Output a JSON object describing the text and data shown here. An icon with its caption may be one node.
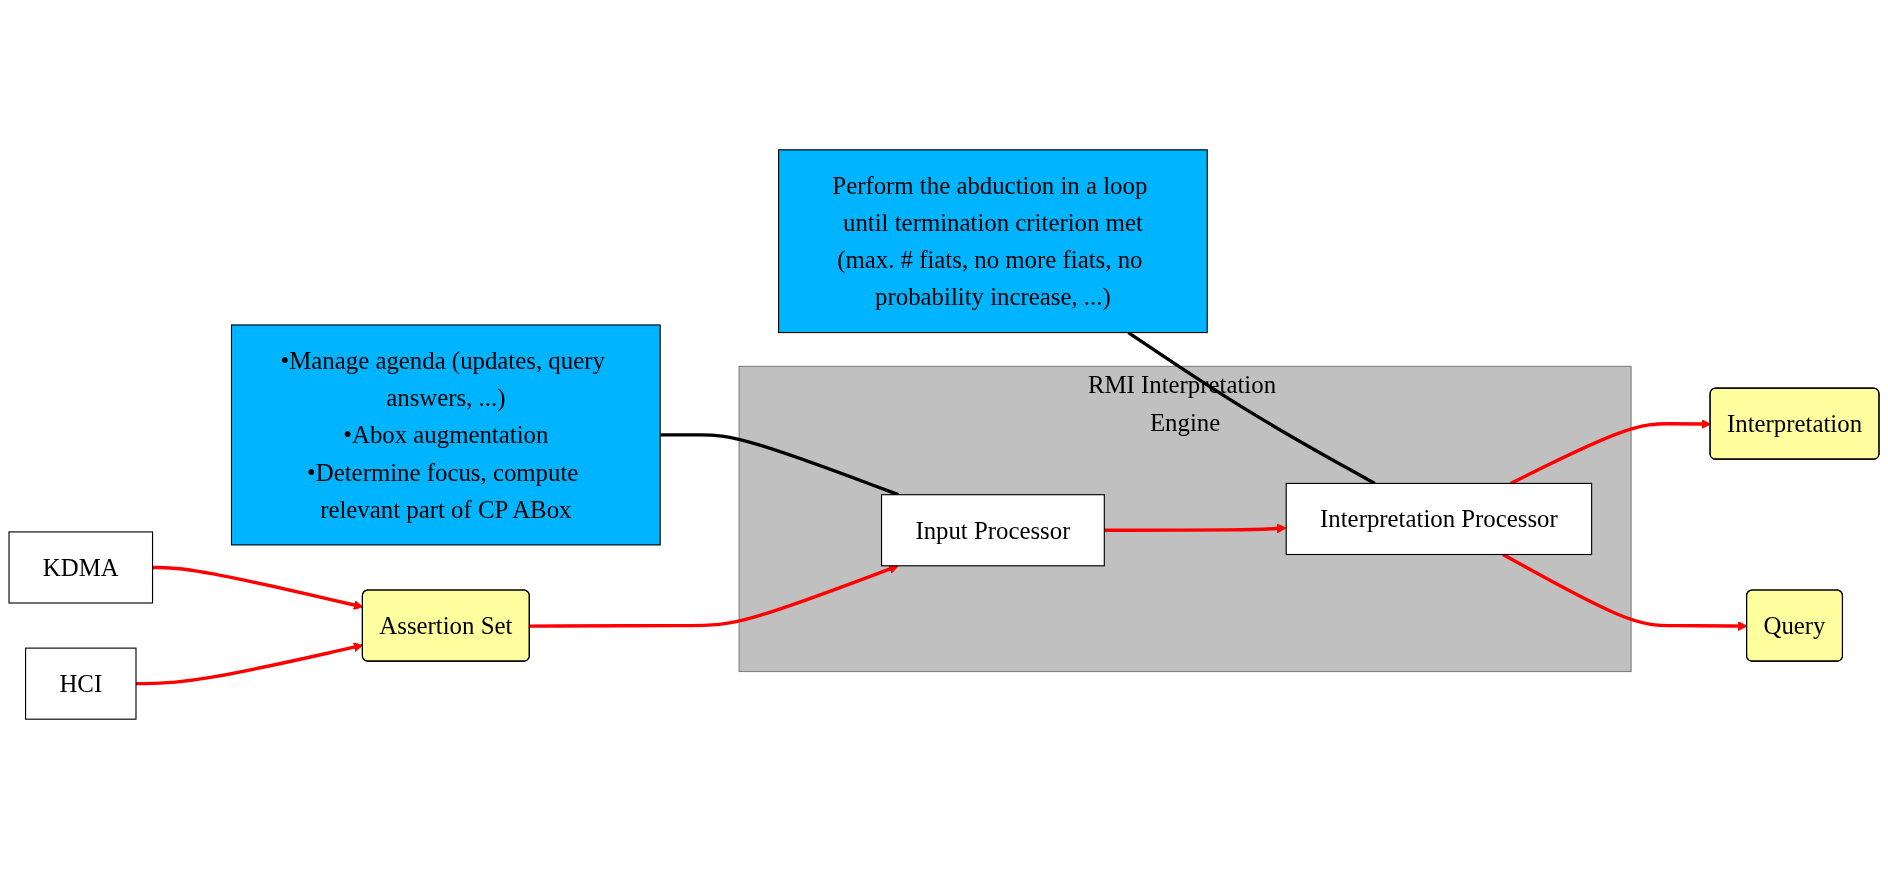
{
  "diagram": {
    "nodes": [
      {
        "text": [
          "•Manage agenda (updates, query answers, ...)",
          "•Abox augmentation",
          "•Determine focus, compute relevant part of CP ABox"
        ]
      },
      {
        "text": [
          "Perform the abduction in a loop until termination criterion met",
          "(max. # fiats, no more fiats, no probability increase, ...)"
        ]
      },
      {
        "text": [
          "KDMA"
        ]
      },
      {
        "text": [
          "HCI"
        ]
      },
      {
        "text": [
          "Assertion Set"
        ]
      },
      {
        "text": [
          "RMI Interpretation Engine"
        ]
      },
      {
        "text": [
          "Input Processor"
        ],
        "in": 5
      },
      {
        "text": [
          "Interpretation Processor"
        ],
        "in": 5
      },
      {
        "text": [
          "Interpretation"
        ]
      },
      {
        "text": [
          "Query"
        ]
      }
    ],
    "edges": [
      {
        "from": 0,
        "to": 6,
        "arrow": "none",
        "color": "#000000"
      },
      {
        "from": 1,
        "to": 7,
        "arrow": "none",
        "color": "#000000"
      },
      {
        "from": 2,
        "to": 4,
        "arrow": "to"
      },
      {
        "from": 3,
        "to": 4,
        "arrow": "to"
      },
      {
        "from": 4,
        "to": 6,
        "arrow": "to"
      },
      {
        "from": 6,
        "to": 7,
        "arrow": "to"
      },
      {
        "from": 7,
        "to": 8,
        "arrow": "to"
      },
      {
        "from": 7,
        "to": 9,
        "arrow": "to"
      }
    ]
  }
}
